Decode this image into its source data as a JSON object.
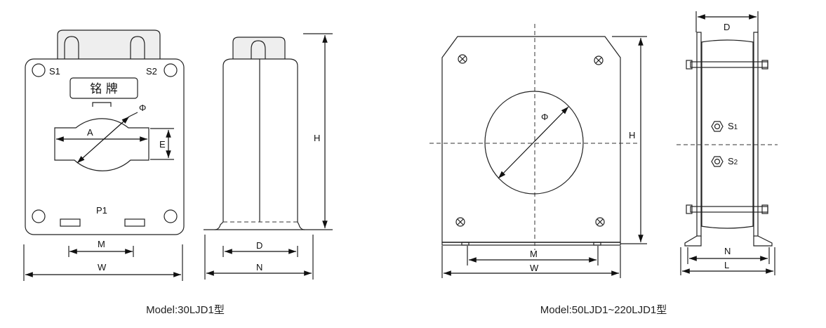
{
  "figure_left": {
    "caption": "Model:30LJD1型",
    "terminal_s1": "S1",
    "terminal_s2": "S2",
    "terminal_p1": "P1",
    "nameplate": "铭 牌",
    "dims": {
      "phi": "Φ",
      "a": "A",
      "e": "E",
      "h": "H",
      "m": "M",
      "w": "W",
      "d": "D",
      "n": "N"
    }
  },
  "figure_right": {
    "caption": "Model:50LJD1~220LJD1型",
    "terminal_s1": {
      "base": "S",
      "sub": "1"
    },
    "terminal_s2": {
      "base": "S",
      "sub": "2"
    },
    "dims": {
      "phi": "Φ",
      "h": "H",
      "m": "M",
      "w": "W",
      "d": "D",
      "n": "N",
      "l": "L"
    }
  }
}
